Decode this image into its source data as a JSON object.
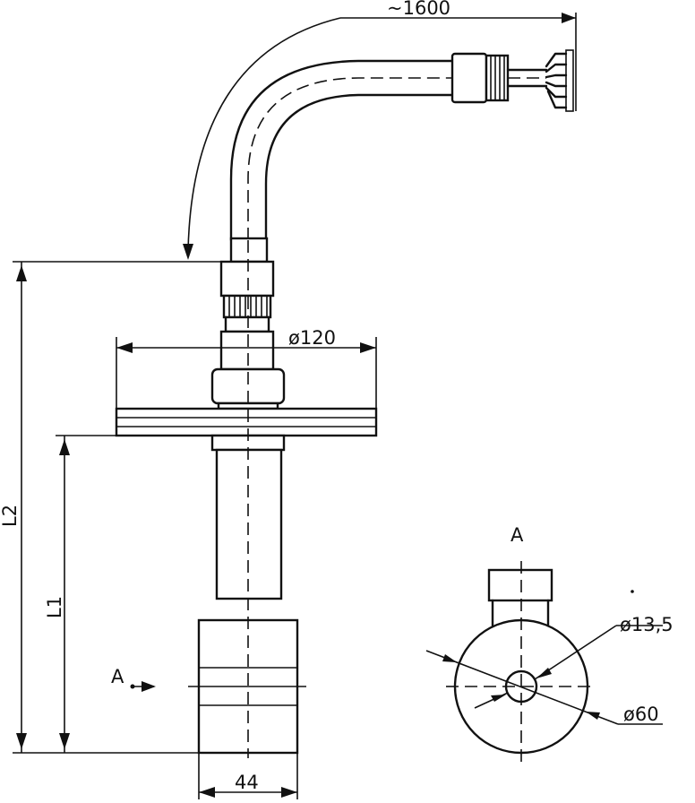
{
  "drawing": {
    "labels": {
      "cable_length": "~1600",
      "flange_diameter": "ø120",
      "length_l2": "L2",
      "length_l1": "L1",
      "float_width": "44",
      "view_marker": "A",
      "view_title": "A",
      "hole_diameter": "ø13,5",
      "float_diameter": "ø60"
    },
    "colors": {
      "line": "#111111",
      "background": "#ffffff"
    }
  }
}
